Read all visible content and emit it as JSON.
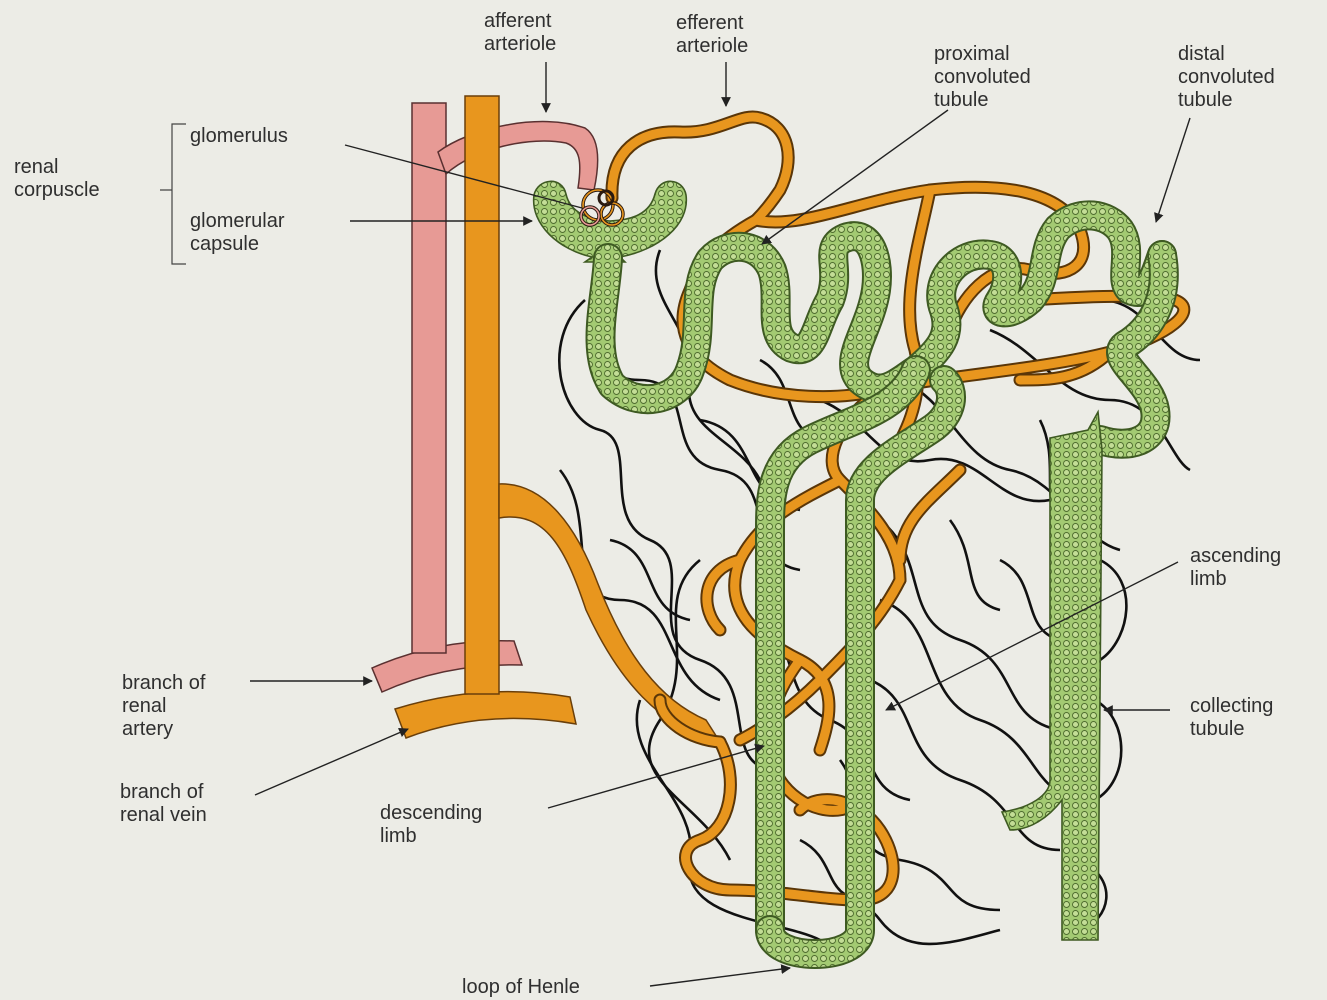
{
  "labels": {
    "afferent_arteriole": "afferent\narteriole",
    "efferent_arteriole": "efferent\narteriole",
    "proximal_convoluted_tubule": "proximal\nconvoluted\ntubule",
    "distal_convoluted_tubule": "distal\nconvoluted\ntubule",
    "renal_corpuscle": "renal\ncorpuscle",
    "glomerulus": "glomerulus",
    "glomerular_capsule": "glomerular\ncapsule",
    "ascending_limb": "ascending\nlimb",
    "collecting_tubule": "collecting\ntubule",
    "branch_of_renal_artery": "branch of\nrenal\nartery",
    "branch_of_renal_vein": "branch of\nrenal vein",
    "descending_limb": "descending\nlimb",
    "loop_of_henle": "loop of Henle"
  },
  "colors": {
    "background": "#ecece6",
    "artery_pink": "#e79a95",
    "vessel_orange": "#e8961e",
    "tubule_green": "#9bc46a",
    "capillary": "#111111",
    "text": "#2f2f2f"
  }
}
